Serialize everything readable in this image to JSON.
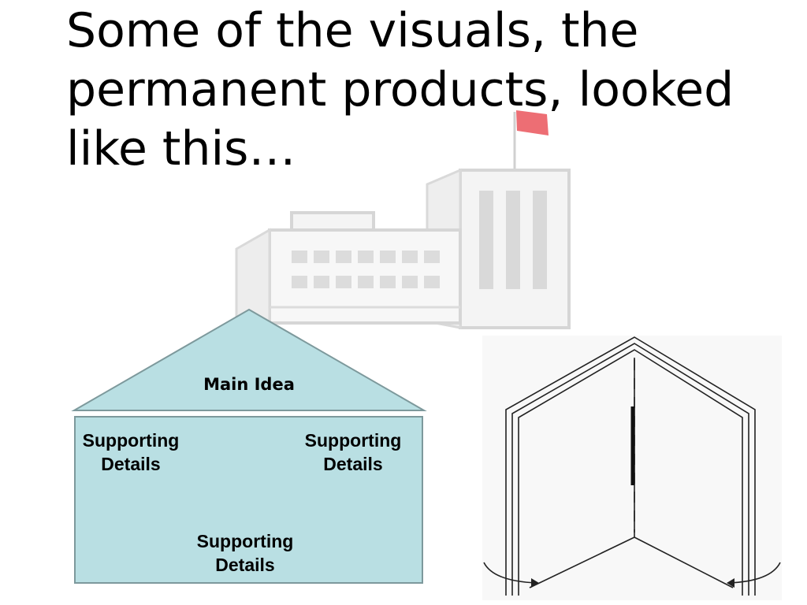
{
  "slide": {
    "title_lines": [
      "Some of the visuals, the",
      "permanent products, looked",
      "like this…"
    ]
  },
  "house_diagram": {
    "roof_label": "Main Idea",
    "details": [
      {
        "line1": "Supporting",
        "line2": "Details"
      },
      {
        "line1": "Supporting",
        "line2": "Details"
      },
      {
        "line1": "Supporting",
        "line2": "Details"
      }
    ],
    "colors": {
      "fill": "#b9dfe3",
      "stroke": "#7d999c"
    }
  },
  "images": {
    "school": "school-building-clipart",
    "flag": "flag-icon",
    "book": "open-folded-book-icon"
  },
  "colors": {
    "flag": "#e8414a",
    "clipart_gray": "#d0d0d0"
  }
}
